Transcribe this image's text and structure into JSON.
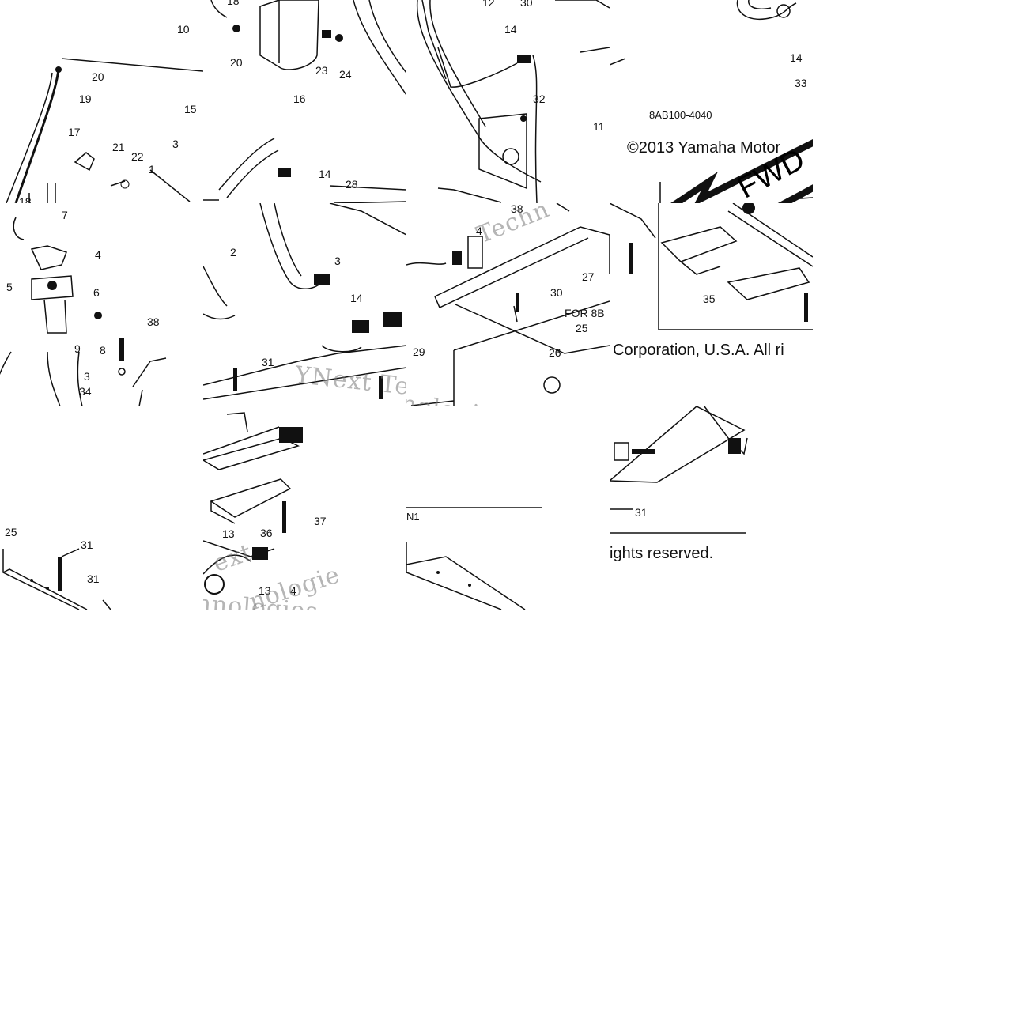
{
  "diagram": {
    "part_numbers": {
      "p1": "1",
      "p2": "2",
      "p3": "3",
      "p4": "4",
      "p5": "5",
      "p6": "6",
      "p7": "7",
      "p8": "8",
      "p9": "9",
      "p10": "10",
      "p11": "11",
      "p12": "12",
      "p13": "13",
      "p14": "14",
      "p15": "15",
      "p16": "16",
      "p17": "17",
      "p18": "18",
      "p19": "19",
      "p20": "20",
      "p21": "21",
      "p22": "22",
      "p23": "23",
      "p24": "24",
      "p25": "25",
      "p26": "26",
      "p27": "27",
      "p28": "28",
      "p29": "29",
      "p30": "30",
      "p31": "31",
      "p32": "32",
      "p33": "33",
      "p34": "34",
      "p35": "35",
      "p36": "36",
      "p37": "37",
      "p38": "38"
    },
    "diagram_code": "8AB100-4040",
    "fwd_label": "FWD",
    "note_label": "FOR 8B",
    "note_label_2": "N1",
    "copyright_line_1": "©2013 Yamaha Motor",
    "copyright_line_2": "Corporation, U.S.A. All ri",
    "copyright_line_3": "ights reserved.",
    "watermark_fragments": [
      "Techn",
      "YNext Te",
      "nologies",
      "ext",
      "nologie",
      "hnologies"
    ]
  }
}
